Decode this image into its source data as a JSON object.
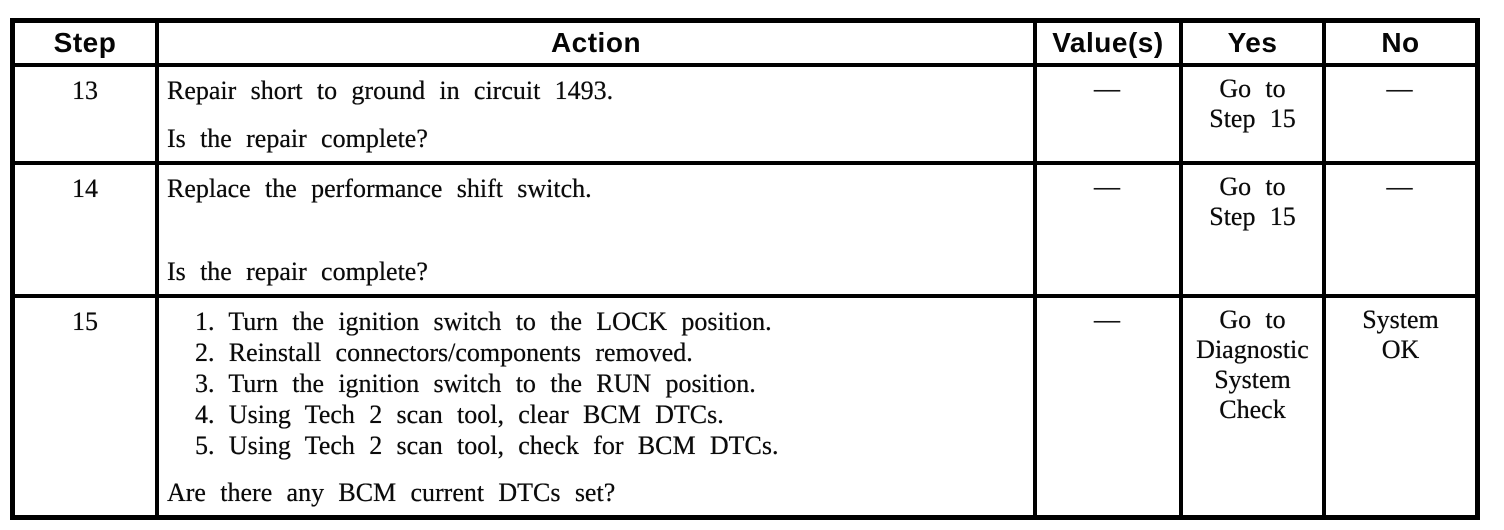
{
  "table": {
    "headers": {
      "step": "Step",
      "action": "Action",
      "values": "Value(s)",
      "yes": "Yes",
      "no": "No"
    },
    "rows": [
      {
        "step": "13",
        "action_main": "Repair short to ground in circuit 1493.",
        "action_question": "Is the repair complete?",
        "values": "—",
        "yes": "Go to Step 15",
        "no": "—"
      },
      {
        "step": "14",
        "action_main": "Replace the performance shift switch.",
        "action_question": "Is the repair complete?",
        "values": "—",
        "yes": "Go to Step 15",
        "no": "—"
      },
      {
        "step": "15",
        "action_list": [
          "1. Turn the ignition switch to the LOCK position.",
          "2. Reinstall connectors/components removed.",
          "3. Turn the ignition switch to the RUN position.",
          "4. Using Tech 2 scan tool, clear BCM DTCs.",
          "5. Using Tech 2 scan tool, check for BCM DTCs."
        ],
        "action_question": "Are there any BCM current DTCs set?",
        "values": "—",
        "yes": "Go to Diagnostic System Check",
        "no": "System OK"
      }
    ]
  }
}
